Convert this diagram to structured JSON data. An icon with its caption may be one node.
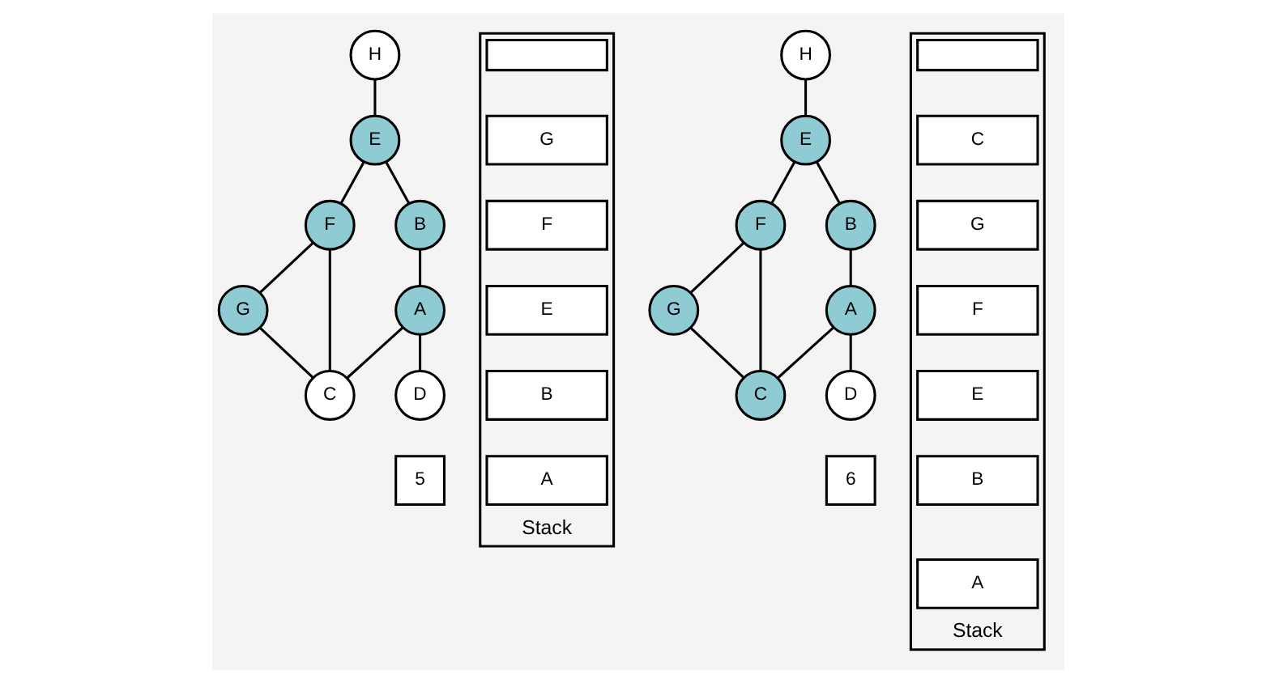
{
  "diagram": {
    "nodes": [
      {
        "text": [
          "H"
        ]
      },
      {
        "text": [
          "E"
        ]
      },
      {
        "text": [
          "F"
        ]
      },
      {
        "text": [
          "B"
        ]
      },
      {
        "text": [
          "G"
        ]
      },
      {
        "text": [
          "A"
        ]
      },
      {
        "text": [
          "C"
        ]
      },
      {
        "text": [
          "D"
        ]
      },
      {
        "text": [
          "Stack"
        ]
      },
      {
        "text": [],
        "shape": "box",
        "in": 8
      },
      {
        "text": [
          "G"
        ],
        "in": 8
      },
      {
        "text": [
          "F"
        ],
        "in": 8
      },
      {
        "text": [
          "E"
        ],
        "in": 8
      },
      {
        "text": [
          "B"
        ],
        "in": 8
      },
      {
        "text": [
          "A"
        ],
        "in": 8
      },
      {
        "text": [
          "5"
        ]
      },
      {
        "text": [
          "H"
        ]
      },
      {
        "text": [
          "E"
        ]
      },
      {
        "text": [
          "F"
        ]
      },
      {
        "text": [
          "B"
        ]
      },
      {
        "text": [
          "G"
        ]
      },
      {
        "text": [
          "A"
        ]
      },
      {
        "text": [
          "C"
        ]
      },
      {
        "text": [
          "D"
        ]
      },
      {
        "text": [
          "Stack"
        ]
      },
      {
        "text": [],
        "shape": "box",
        "in": 24
      },
      {
        "text": [
          "C"
        ],
        "in": 24
      },
      {
        "text": [
          "G"
        ],
        "in": 24
      },
      {
        "text": [
          "F"
        ],
        "in": 24
      },
      {
        "text": [
          "E"
        ],
        "in": 24
      },
      {
        "text": [
          "B"
        ],
        "in": 24
      },
      {
        "text": [
          "A"
        ],
        "in": 24
      },
      {
        "text": [
          "6"
        ]
      }
    ],
    "edges": [
      {
        "from": 0,
        "to": 1,
        "arrow": "none"
      },
      {
        "from": 1,
        "to": 3,
        "arrow": "none"
      },
      {
        "from": 1,
        "to": 2,
        "arrow": "none"
      },
      {
        "from": 3,
        "to": 5,
        "arrow": "none"
      },
      {
        "from": 2,
        "to": 6,
        "arrow": "none"
      },
      {
        "from": 2,
        "to": 4,
        "arrow": "none"
      },
      {
        "from": 4,
        "to": 6,
        "arrow": "none"
      },
      {
        "from": 5,
        "to": 6,
        "arrow": "none"
      },
      {
        "from": 5,
        "to": 7,
        "arrow": "none"
      },
      {
        "from": 16,
        "to": 17,
        "arrow": "none"
      },
      {
        "from": 17,
        "to": 19,
        "arrow": "none"
      },
      {
        "from": 17,
        "to": 18,
        "arrow": "none"
      },
      {
        "from": 19,
        "to": 21,
        "arrow": "none"
      },
      {
        "from": 18,
        "to": 22,
        "arrow": "none"
      },
      {
        "from": 18,
        "to": 20,
        "arrow": "none"
      },
      {
        "from": 20,
        "to": 22,
        "arrow": "none"
      },
      {
        "from": 21,
        "to": 22,
        "arrow": "none"
      },
      {
        "from": 21,
        "to": 23,
        "arrow": "none"
      }
    ]
  }
}
